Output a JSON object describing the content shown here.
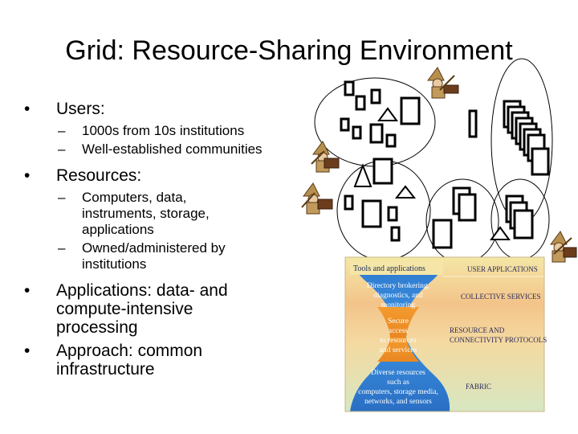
{
  "slide": {
    "title": "Grid: Resource-Sharing Environment",
    "bullets": [
      {
        "text": "Users:",
        "subs": [
          "1000s from 10s institutions",
          "Well-established communities"
        ]
      },
      {
        "text": "Resources:",
        "subs": [
          "Computers, data, instruments, storage, applications",
          "Owned/administered by institutions"
        ]
      },
      {
        "text": "Applications: data- and compute-intensive processing",
        "subs": []
      },
      {
        "text": "Approach: common infrastructure",
        "subs": []
      }
    ],
    "bullet_glyph": "•",
    "sub_glyph": "–"
  },
  "hourglass": {
    "top_label": "Tools and applications",
    "upper_label": [
      "Directory brokering,",
      "diagnostics, and",
      "monitoring"
    ],
    "middle_label": [
      "Secure",
      "access",
      "to resources",
      "and services"
    ],
    "bottom_label": [
      "Diverse resources",
      "such as",
      "computers, storage media,",
      "networks, and sensors"
    ],
    "side_labels": [
      "USER APPLICATIONS",
      "COLLECTIVE SERVICES",
      "RESOURCE AND",
      "CONNECTIVITY PROTOCOLS",
      "FABRIC"
    ]
  }
}
